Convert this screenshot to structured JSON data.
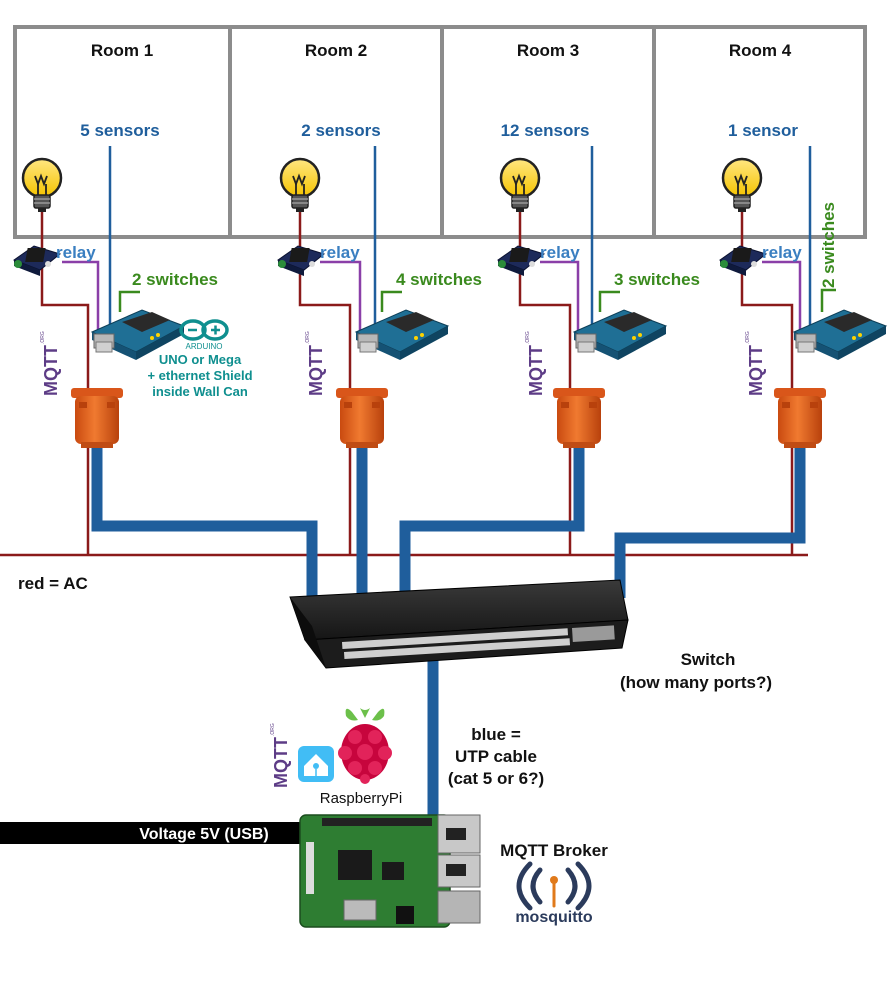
{
  "rooms": [
    {
      "title": "Room 1",
      "sensors": "5 sensors",
      "switches": "2 switches"
    },
    {
      "title": "Room 2",
      "sensors": "2 sensors",
      "switches": "4 switches"
    },
    {
      "title": "Room 3",
      "sensors": "12 sensors",
      "switches": "3 switches"
    },
    {
      "title": "Room 4",
      "sensors": "1 sensor",
      "switches": "2 switches"
    }
  ],
  "relay_label": "relay",
  "mqtt_logo_text": "MQTT",
  "mqtt_logo_org": ".ORG",
  "arduino": {
    "logo_text": "ARDUINO",
    "line1": "UNO or Mega",
    "line2": "+ ethernet Shield",
    "line3": "inside Wall Can"
  },
  "legend_red": "red = AC",
  "switch_label": {
    "line1": "Switch",
    "line2": "(how many ports?)"
  },
  "legend_blue": {
    "line1": "blue =",
    "line2": "UTP cable",
    "line3": "(cat 5 or 6?)"
  },
  "raspberry_label": "RaspberryPi",
  "voltage_label": "Voltage 5V (USB)",
  "broker_label": "MQTT Broker",
  "mosquitto_text": "mosquitto",
  "colors": {
    "ac_wire": "#8b1a1a",
    "utp_cable": "#1f5e9c",
    "relay_text": "#3a7fc1",
    "switches_text": "#3a8a1e",
    "sensors_text": "#1f5e9c",
    "arduino_text": "#0f8f8f",
    "wall_can": "#e8641e",
    "room_border": "#8c8c8c",
    "purple_wire": "#8a3fa8"
  }
}
